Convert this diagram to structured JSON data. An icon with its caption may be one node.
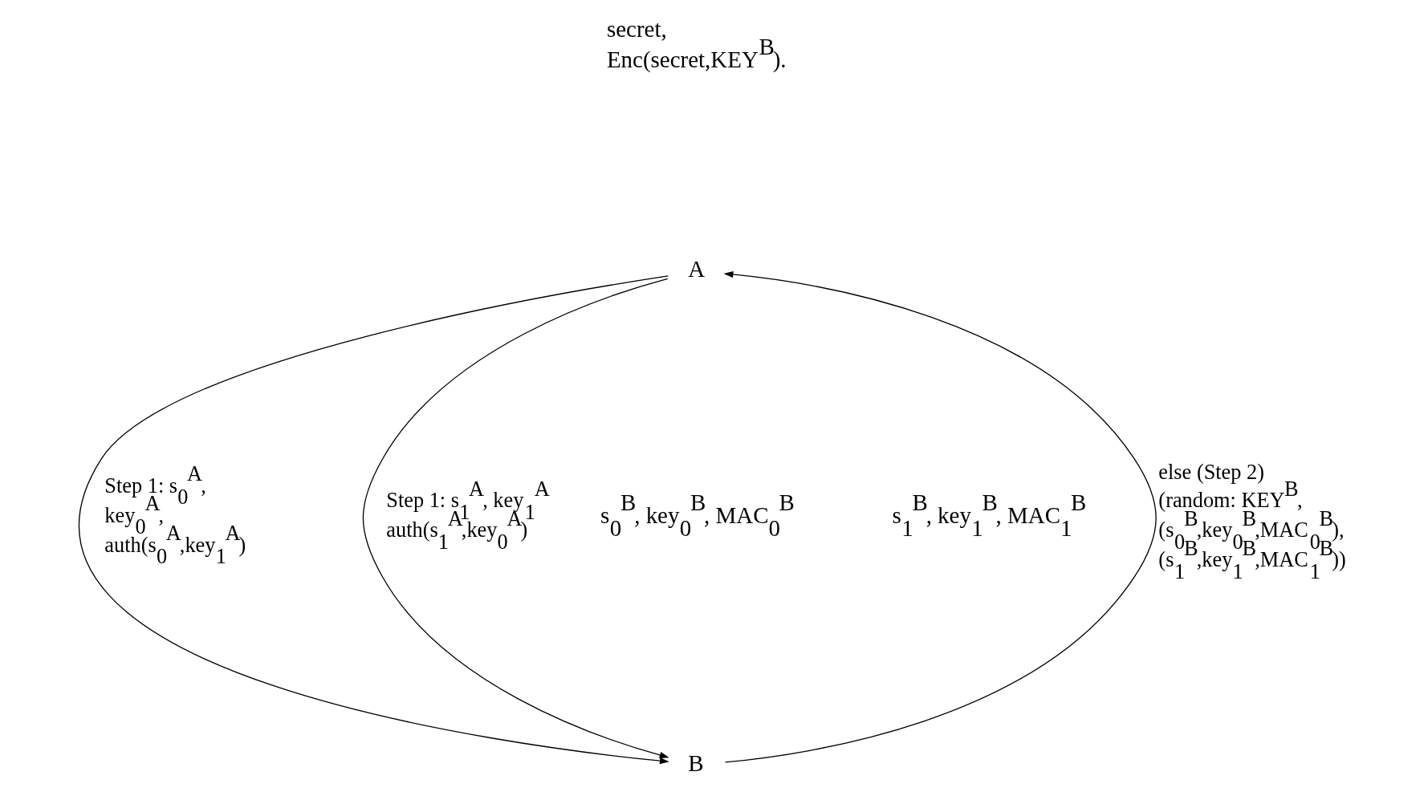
{
  "diagram": {
    "nodes": [
      {
        "text": [
          "A"
        ]
      },
      {
        "text": [
          "B"
        ]
      }
    ],
    "edges": [
      {
        "from": 0,
        "to": 1,
        "arrow": "to",
        "label": "Step 1: s$_{0}$$^{A}$, key$_{0}$$^{A}$, auth(s$_{0}$$^{A}$,key$_{1}$$^{A}$)"
      },
      {
        "from": 0,
        "to": 1,
        "arrow": "to",
        "label": "Step 1: s$_{1}$$^{A}$, key$_{1}$$^{A}$ auth(s$_{1}$$^{A}$,key$_{0}$$^{A}$)"
      },
      {
        "from": 1,
        "to": 0,
        "arrow": "to",
        "label": "else (Step 2) (random: KEY$^{B}$, (s$_{0}$$^{B}$,key$_{0}$$^{B}$,MAC$_{0}$$^{B}$), (s$_{1}$$^{B}$,key$_{1}$$^{B}$,MAC$_{1}$$^{B}$))"
      }
    ],
    "labels": [
      "secret, Enc(secret,KEY$^{B}$).",
      "s$_{0}$$^{B}$, key$_{0}$$^{B}$, MAC$_{0}$$^{B}$",
      "s$_{1}$$^{B}$, key$_{1}$$^{B}$, MAC$_{1}$$^{B}$"
    ]
  }
}
